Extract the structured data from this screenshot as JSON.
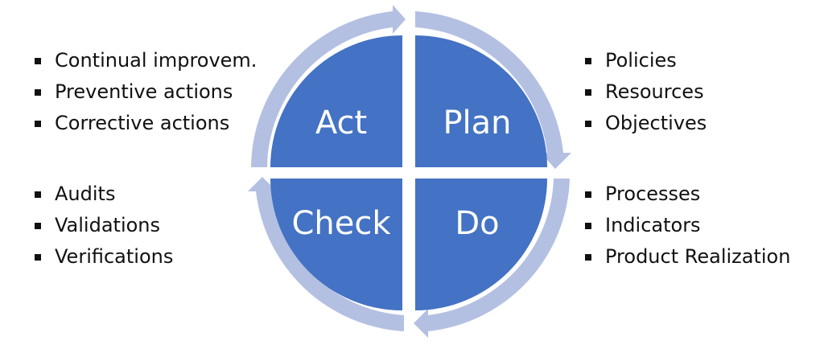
{
  "cycle": {
    "colors": {
      "quadrant": "#4472C4",
      "ring": "#B4C0E2",
      "text": "#111111"
    },
    "quadrants": {
      "act": "Act",
      "plan": "Plan",
      "check": "Check",
      "do": "Do"
    }
  },
  "lists": {
    "act": [
      "Continual improvem.",
      "Preventive actions",
      "Corrective actions"
    ],
    "check": [
      "Audits",
      "Validations",
      "Verifications"
    ],
    "plan": [
      "Policies",
      "Resources",
      "Objectives"
    ],
    "do": [
      "Processes",
      "Indicators",
      "Product Realization"
    ]
  }
}
